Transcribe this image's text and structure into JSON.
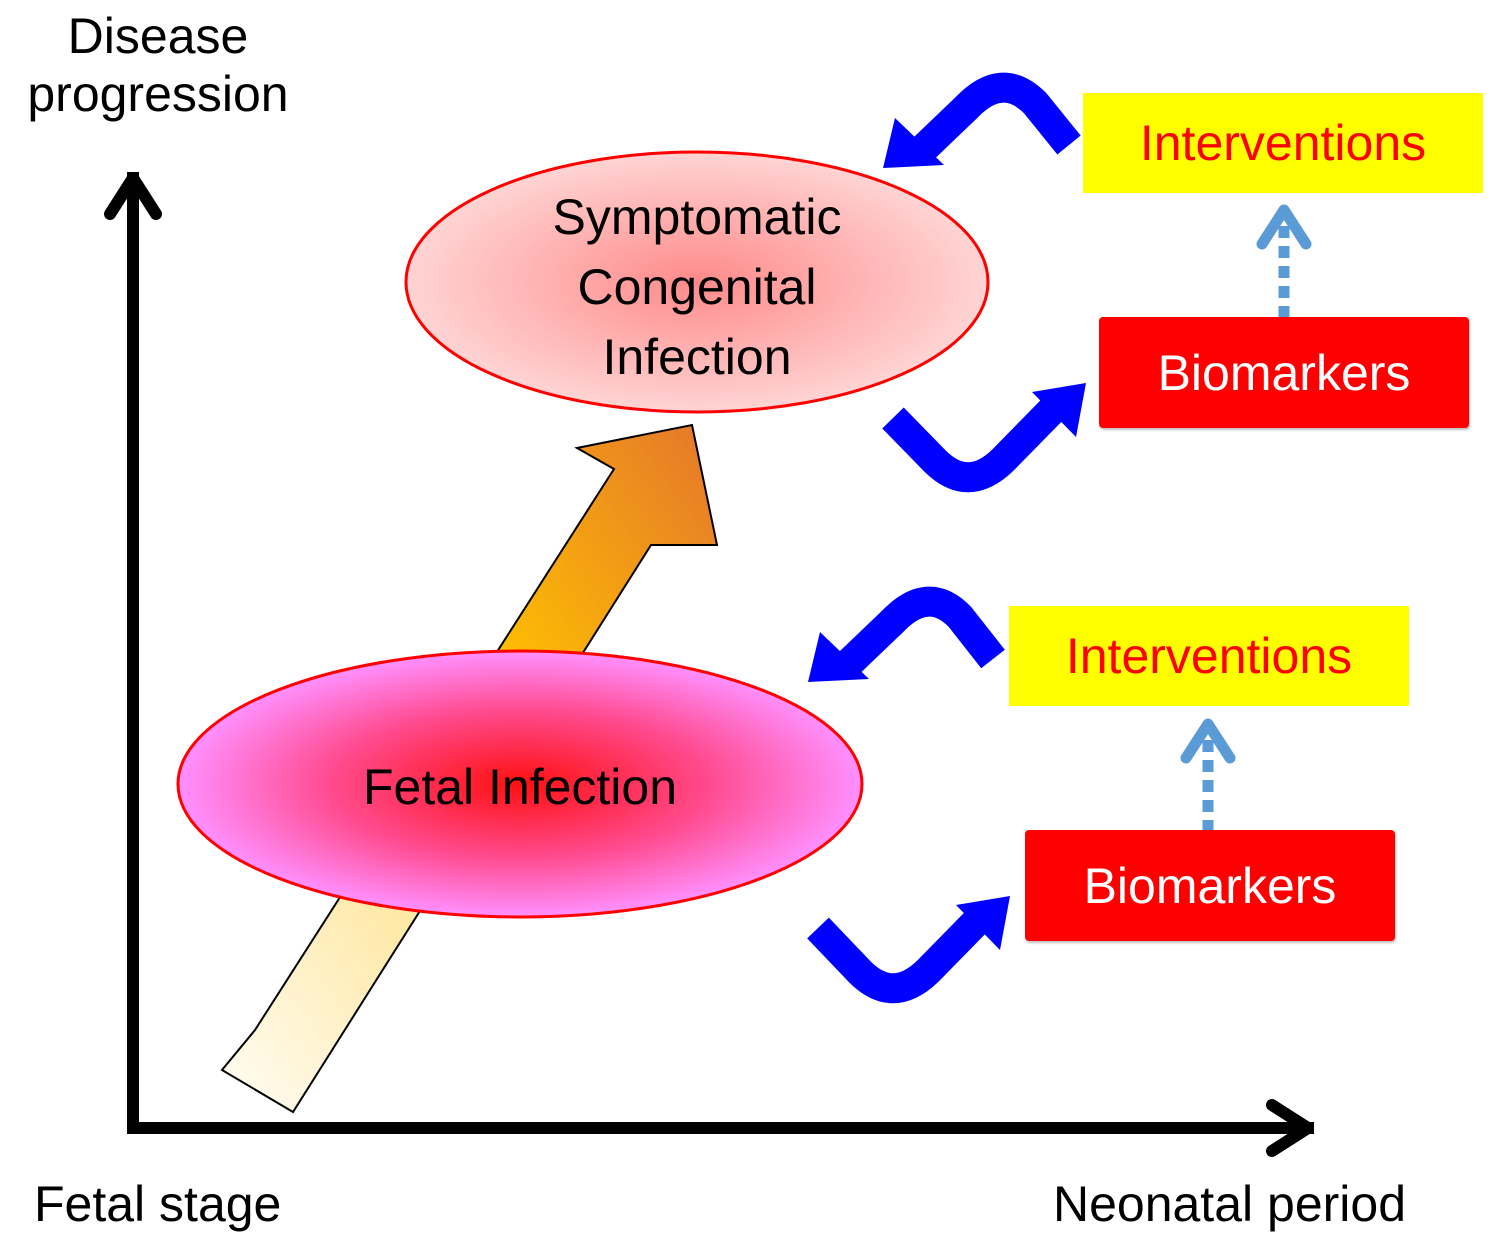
{
  "axes": {
    "y_label_line1": "Disease",
    "y_label_line2": "progression",
    "x_label_start": "Fetal stage",
    "x_label_end": "Neonatal period"
  },
  "nodes": {
    "symptomatic": {
      "line1": "Symptomatic",
      "line2": "Congenital",
      "line3": "Infection"
    },
    "fetal": {
      "label": "Fetal Infection"
    }
  },
  "upper_cycle": {
    "interventions": "Interventions",
    "biomarkers": "Biomarkers"
  },
  "lower_cycle": {
    "interventions": "Interventions",
    "biomarkers": "Biomarkers"
  },
  "colors": {
    "axis": "#000000",
    "curved_arrow": "#0000ff",
    "dotted_arrow": "#5b9bd5",
    "intervention_bg": "#ffff00",
    "intervention_text": "#ff0000",
    "biomarker_bg": "#ff0000",
    "biomarker_text": "#ffffff",
    "progress_arrow_top": "#e8822c",
    "progress_arrow_mid": "#ffc000",
    "progress_arrow_bottom": "#fffaf0"
  }
}
